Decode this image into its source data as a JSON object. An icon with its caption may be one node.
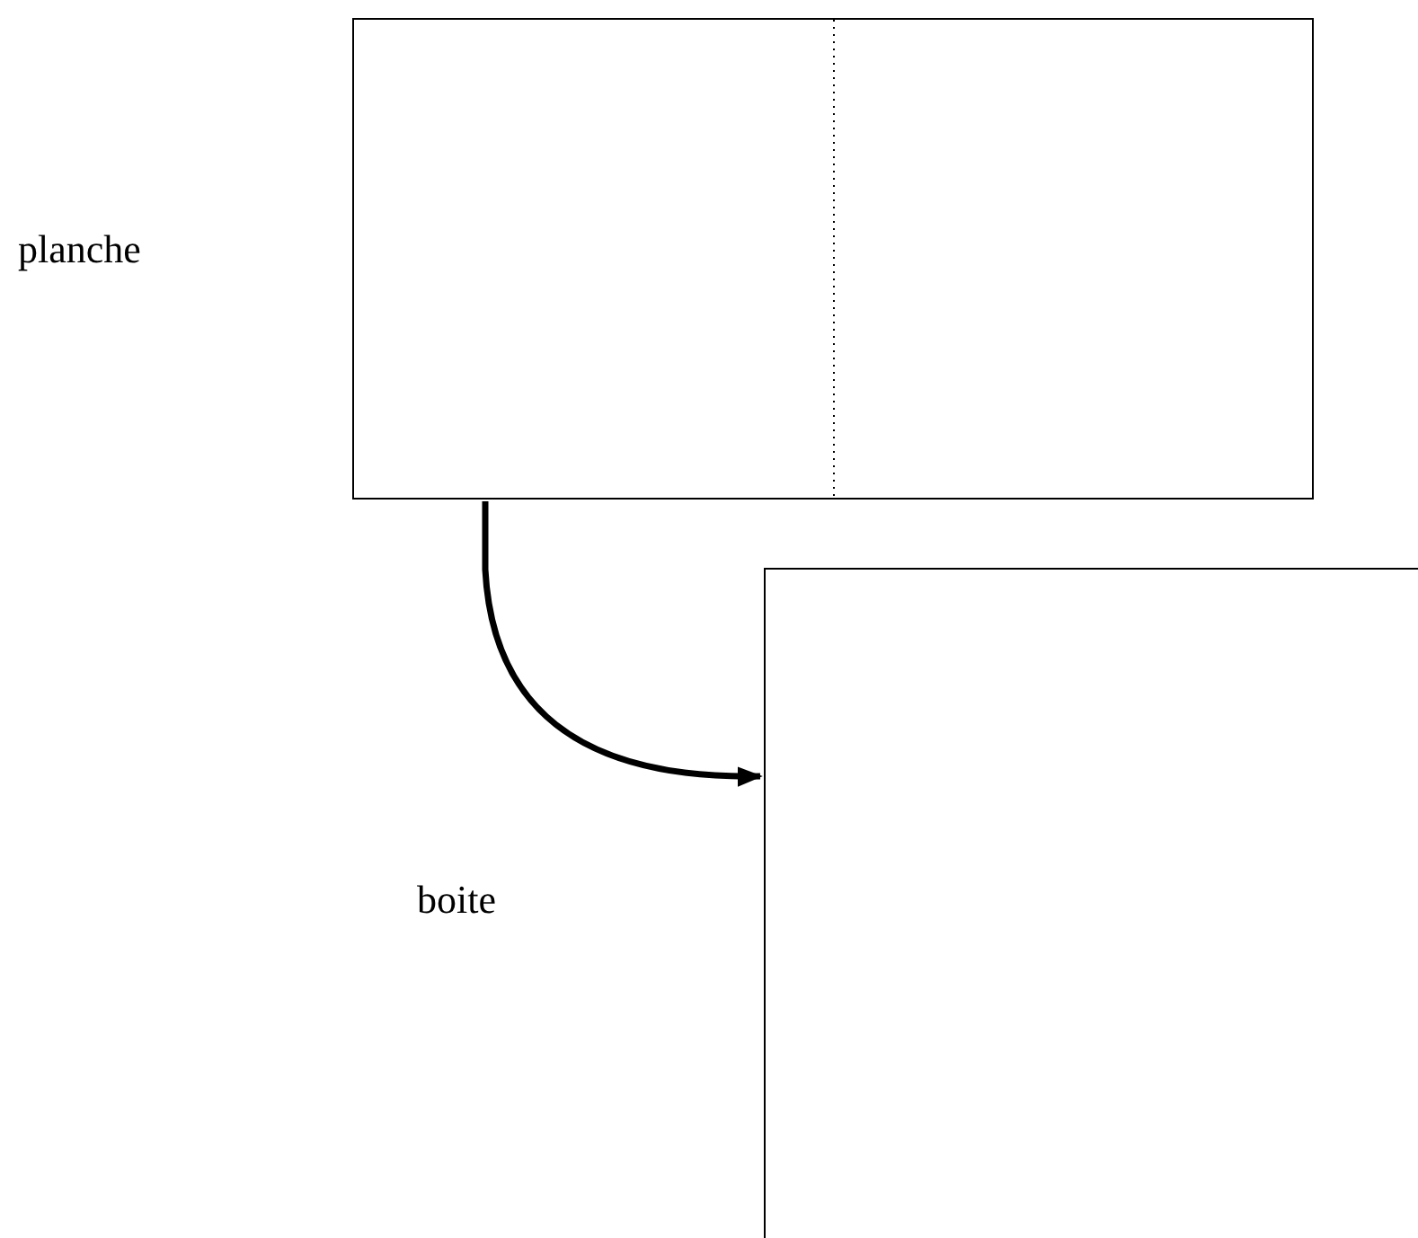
{
  "diagram": {
    "nodes": [
      {
        "text": [],
        "shape": "box"
      },
      {
        "text": [],
        "shape": "box"
      }
    ],
    "edges": [
      {
        "from": 0,
        "to": 1,
        "arrow": "to"
      }
    ],
    "labels": [
      "planche",
      "boite"
    ]
  }
}
